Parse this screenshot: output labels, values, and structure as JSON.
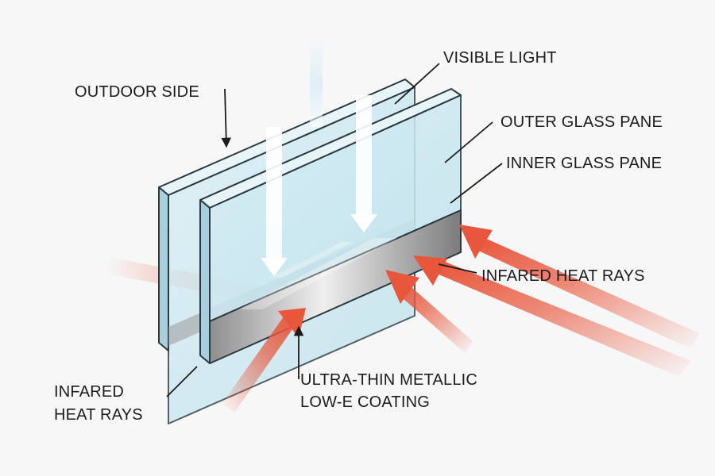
{
  "labels": {
    "outdoor_side": "OUTDOOR SIDE",
    "visible_light": "VISIBLE LIGHT",
    "outer_glass_pane": "OUTER GLASS PANE",
    "inner_glass_pane": "INNER GLASS PANE",
    "infrared_heat_rays_right": "INFARED HEAT RAYS",
    "infrared_heat_rays_left_line1": "INFARED",
    "infrared_heat_rays_left_line2": "HEAT RAYS",
    "coating_line1": "ULTRA-THIN METALLIC",
    "coating_line2": "LOW-E COATING"
  },
  "colors": {
    "background": "#f7f7f8",
    "glass_fill": "#cfe9f1",
    "glass_edge": "#2b3a40",
    "coating": "#b9b9b9",
    "heat_ray": "#e8573c",
    "light_ray": "#ffffff",
    "text": "#1c1c1c"
  }
}
